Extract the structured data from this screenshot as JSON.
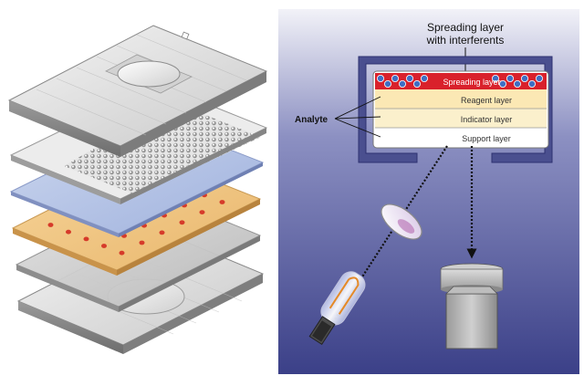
{
  "diagram": {
    "callout_top_line1": "Spreading layer",
    "callout_top_line2": "with interferents",
    "analyte_label": "Analyte",
    "layers": {
      "spreading": "Spreading layer",
      "reagent": "Reagent layer",
      "indicator": "Indicator layer",
      "support": "Support layer"
    }
  },
  "colors": {
    "panel_bg": "#4b4f93",
    "spreading": "#d9212b",
    "reagent": "#fbe8b4",
    "indicator": "#fbf0cc",
    "support": "#ffffff",
    "molecule": "#3f6fc4",
    "dot": "#d63a2a"
  }
}
